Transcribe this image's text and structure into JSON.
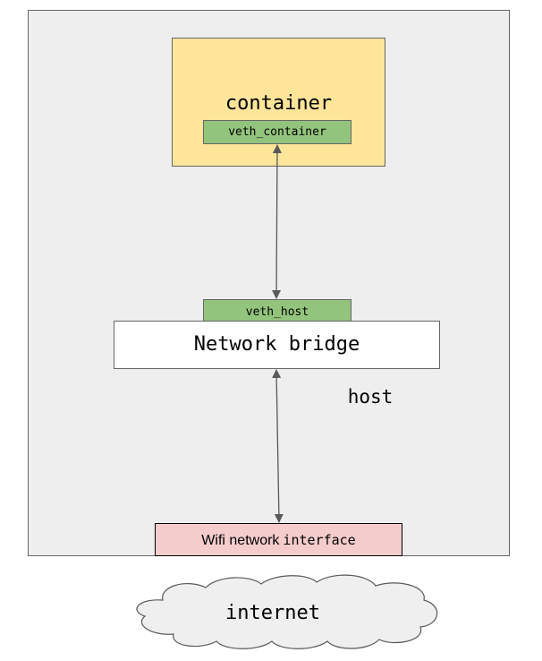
{
  "diagram": {
    "container": {
      "label": "container",
      "interface": "veth_container"
    },
    "bridge": {
      "label": "Network bridge",
      "interface": "veth_host"
    },
    "host": {
      "label": "host"
    },
    "wifi": {
      "label_sans": "Wifi network",
      "label_mono": "interface"
    },
    "internet": {
      "label": "internet"
    }
  },
  "colors": {
    "host_fill": "#eeeeee",
    "container_fill": "#ffe599",
    "veth_fill": "#93c47d",
    "bridge_fill": "#ffffff",
    "wifi_fill": "#f4cccc",
    "cloud_fill": "#efefef",
    "stroke": "#666666",
    "arrow": "#595959"
  },
  "connections": [
    {
      "from": "veth_container",
      "to": "veth_host",
      "direction": "bidirectional"
    },
    {
      "from": "Network bridge",
      "to": "Wifi network interface",
      "direction": "bidirectional"
    }
  ]
}
